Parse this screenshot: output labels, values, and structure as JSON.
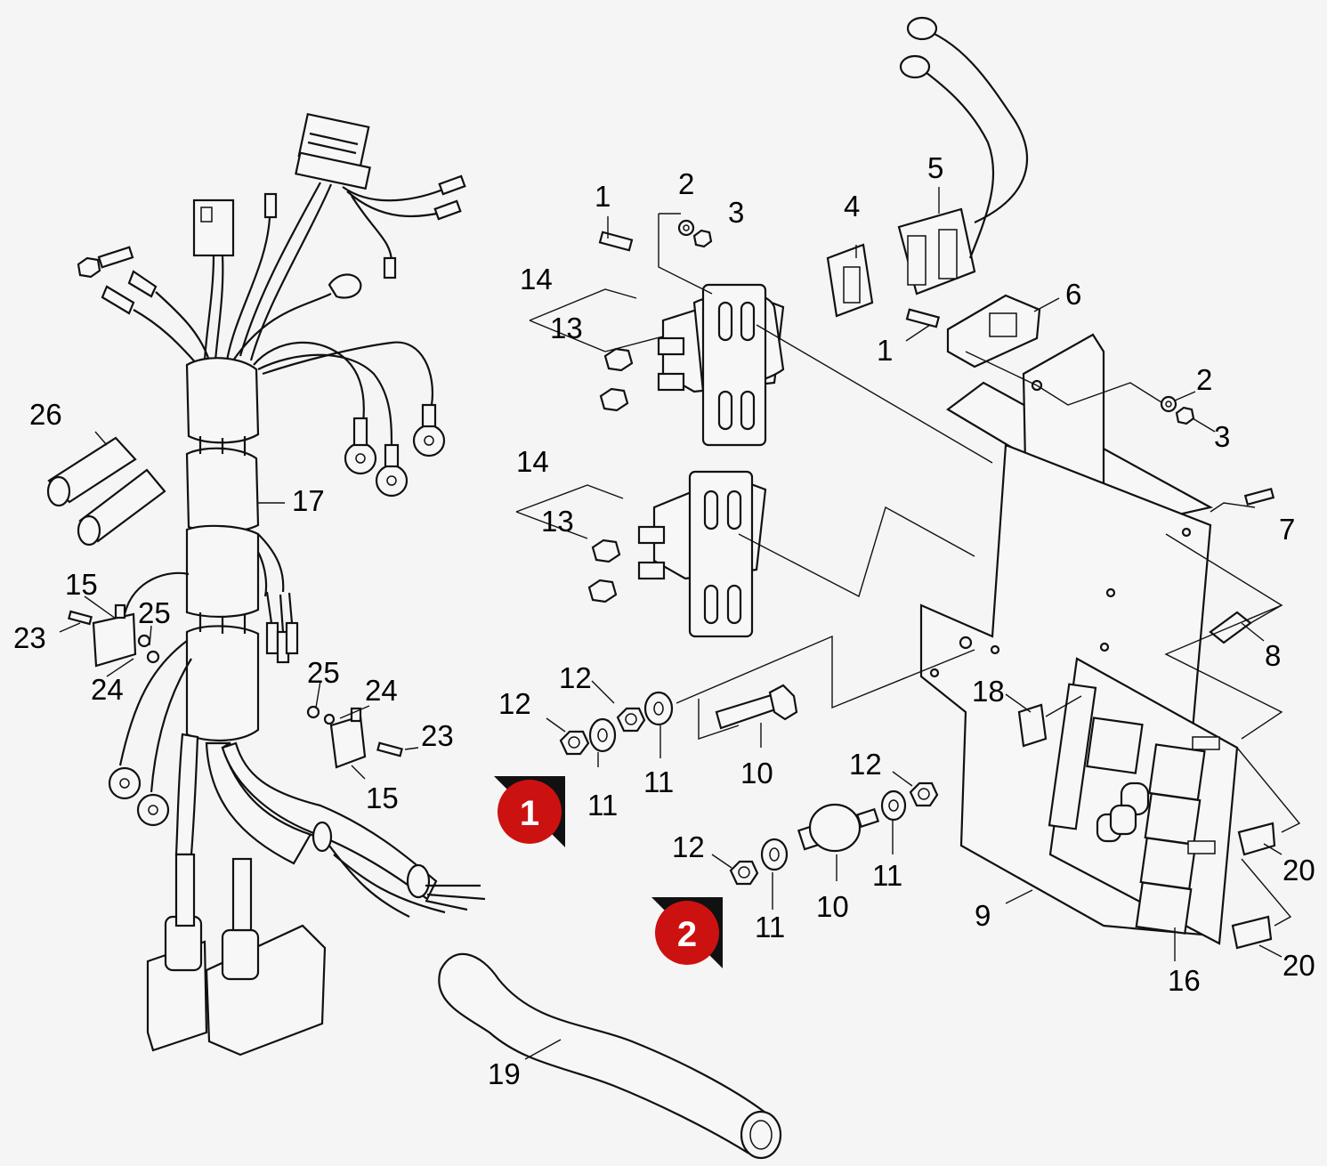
{
  "callouts": [
    {
      "key": "c1a",
      "label": "1"
    },
    {
      "key": "c2a",
      "label": "2"
    },
    {
      "key": "c3a",
      "label": "3"
    },
    {
      "key": "c4",
      "label": "4"
    },
    {
      "key": "c5",
      "label": "5"
    },
    {
      "key": "c6",
      "label": "6"
    },
    {
      "key": "c1b",
      "label": "1"
    },
    {
      "key": "c2b",
      "label": "2"
    },
    {
      "key": "c3b",
      "label": "3"
    },
    {
      "key": "c7",
      "label": "7"
    },
    {
      "key": "c8",
      "label": "8"
    },
    {
      "key": "c14a",
      "label": "14"
    },
    {
      "key": "c13a",
      "label": "13"
    },
    {
      "key": "c14b",
      "label": "14"
    },
    {
      "key": "c13b",
      "label": "13"
    },
    {
      "key": "c26",
      "label": "26"
    },
    {
      "key": "c17",
      "label": "17"
    },
    {
      "key": "c15a",
      "label": "15"
    },
    {
      "key": "c25a",
      "label": "25"
    },
    {
      "key": "c23a",
      "label": "23"
    },
    {
      "key": "c24a",
      "label": "24"
    },
    {
      "key": "c25b",
      "label": "25"
    },
    {
      "key": "c24b",
      "label": "24"
    },
    {
      "key": "c23b",
      "label": "23"
    },
    {
      "key": "c15b",
      "label": "15"
    },
    {
      "key": "c12a",
      "label": "12"
    },
    {
      "key": "c12b",
      "label": "12"
    },
    {
      "key": "c11a",
      "label": "11"
    },
    {
      "key": "c11b",
      "label": "11"
    },
    {
      "key": "c10a",
      "label": "10"
    },
    {
      "key": "c12c",
      "label": "12"
    },
    {
      "key": "c12d",
      "label": "12"
    },
    {
      "key": "c11c",
      "label": "11"
    },
    {
      "key": "c10b",
      "label": "10"
    },
    {
      "key": "c11d",
      "label": "11"
    },
    {
      "key": "c18",
      "label": "18"
    },
    {
      "key": "c9",
      "label": "9"
    },
    {
      "key": "c16",
      "label": "16"
    },
    {
      "key": "c20a",
      "label": "20"
    },
    {
      "key": "c20b",
      "label": "20"
    },
    {
      "key": "c19",
      "label": "19"
    }
  ],
  "badges": [
    {
      "key": "b1",
      "label": "1",
      "color": "#cc1111"
    },
    {
      "key": "b2",
      "label": "2",
      "color": "#cc1111"
    }
  ]
}
